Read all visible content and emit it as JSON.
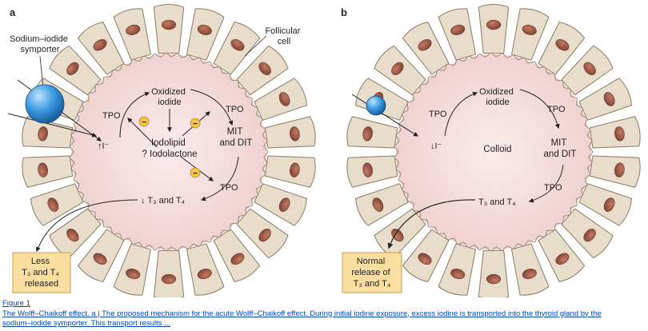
{
  "panel_a": {
    "letter": "a",
    "symporter_label_1": "Sodium–iodide",
    "symporter_label_2": "symporter",
    "cell_label_1": "Follicular",
    "cell_label_2": "cell",
    "tpo_top": "TPO",
    "tpo_right": "TPO",
    "tpo_bottom": "TPO",
    "oxidized_1": "Oxidized",
    "oxidized_2": "iodide",
    "iodide": "↑I⁻",
    "iodolipid": "Iodolipid",
    "iodolactone": "? Iodolactone",
    "mit_1": "MIT",
    "mit_2": "and DIT",
    "t3t4": "↓ T₃ and T₄",
    "inhibit_symbol": "−",
    "result_box": [
      "Less",
      "T₃ and T₄",
      "released"
    ]
  },
  "panel_b": {
    "letter": "b",
    "tpo_top": "TPO",
    "tpo_right": "TPO",
    "tpo_bottom": "TPO",
    "oxidized_1": "Oxidized",
    "oxidized_2": "iodide",
    "iodide": "↓I⁻",
    "colloid": "Colloid",
    "mit_1": "MIT",
    "mit_2": "and DIT",
    "t3t4": "T₃ and T₄",
    "result_box": [
      "Normal",
      "release of",
      "T₃ and T₄"
    ]
  },
  "colors": {
    "cell_fill": "#e8dccb",
    "cell_stroke": "#8c7a63",
    "nucleus": "#9c5a48",
    "colloid": "#f7dede",
    "symporter": "#2f8fd8",
    "result_box": "#f9dea0"
  },
  "caption": {
    "figure_label": "Figure 1",
    "line1": "The Wolff–Chaikoff effect. a | The proposed mechanism for the acute Wolff–Chaikoff effect. During initial iodine exposure, excess iodine is transported into the thyroid gland by the",
    "line2": "sodium–iodide symporter. This transport results ..."
  }
}
